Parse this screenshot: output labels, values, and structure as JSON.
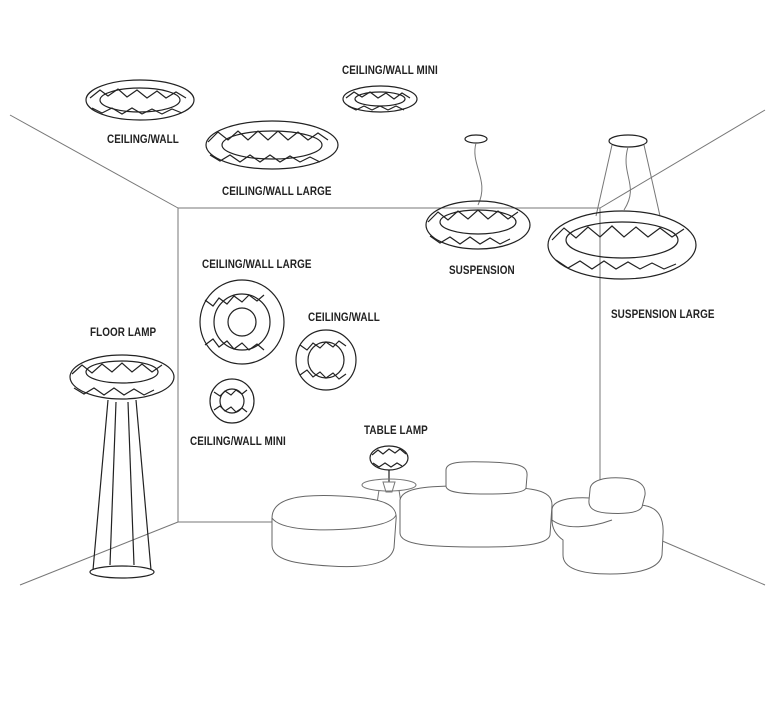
{
  "labels": {
    "ceiling_wall": "CEILING/WALL",
    "ceiling_wall_mini_top": "CEILING/WALL MINI",
    "ceiling_wall_large_top": "CEILING/WALL LARGE",
    "suspension": "SUSPENSION",
    "suspension_large": "SUSPENSION LARGE",
    "floor_lamp": "FLOOR LAMP",
    "ceiling_wall_large_wall": "CEILING/WALL LARGE",
    "ceiling_wall_wall": "CEILING/WALL",
    "ceiling_wall_mini_wall": "CEILING/WALL MINI",
    "table_lamp": "TABLE LAMP"
  }
}
